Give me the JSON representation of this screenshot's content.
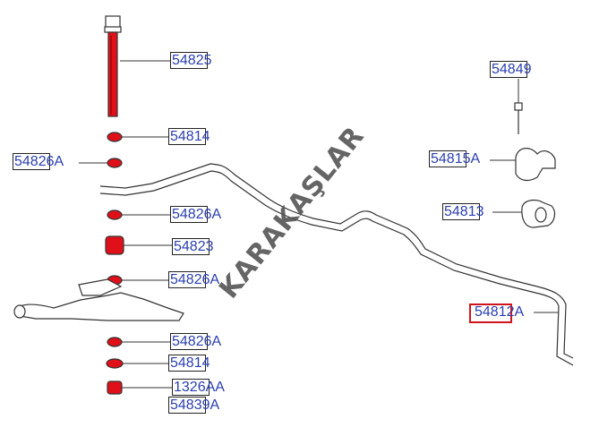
{
  "watermark": "KARAKAŞLAR",
  "colors": {
    "label": "#2b3fb0",
    "highlight": "#d0141c",
    "part_red": "#e0101a",
    "line": "#333333"
  },
  "labels": {
    "p54825": "54825",
    "p54814_top": "54814",
    "p54826A_left": "54826A",
    "p54826A_mid": "54826A",
    "p54823": "54823",
    "p54826A_low": "54826A",
    "p54826A_bottom": "54826A",
    "p54814_bottom": "54814",
    "p1326AA": "1326AA",
    "p54839A": "54839A",
    "p54849": "54849",
    "p54815A": "54815A",
    "p54813": "54813",
    "p54812A": "54812A"
  },
  "selected_part": "54812A"
}
